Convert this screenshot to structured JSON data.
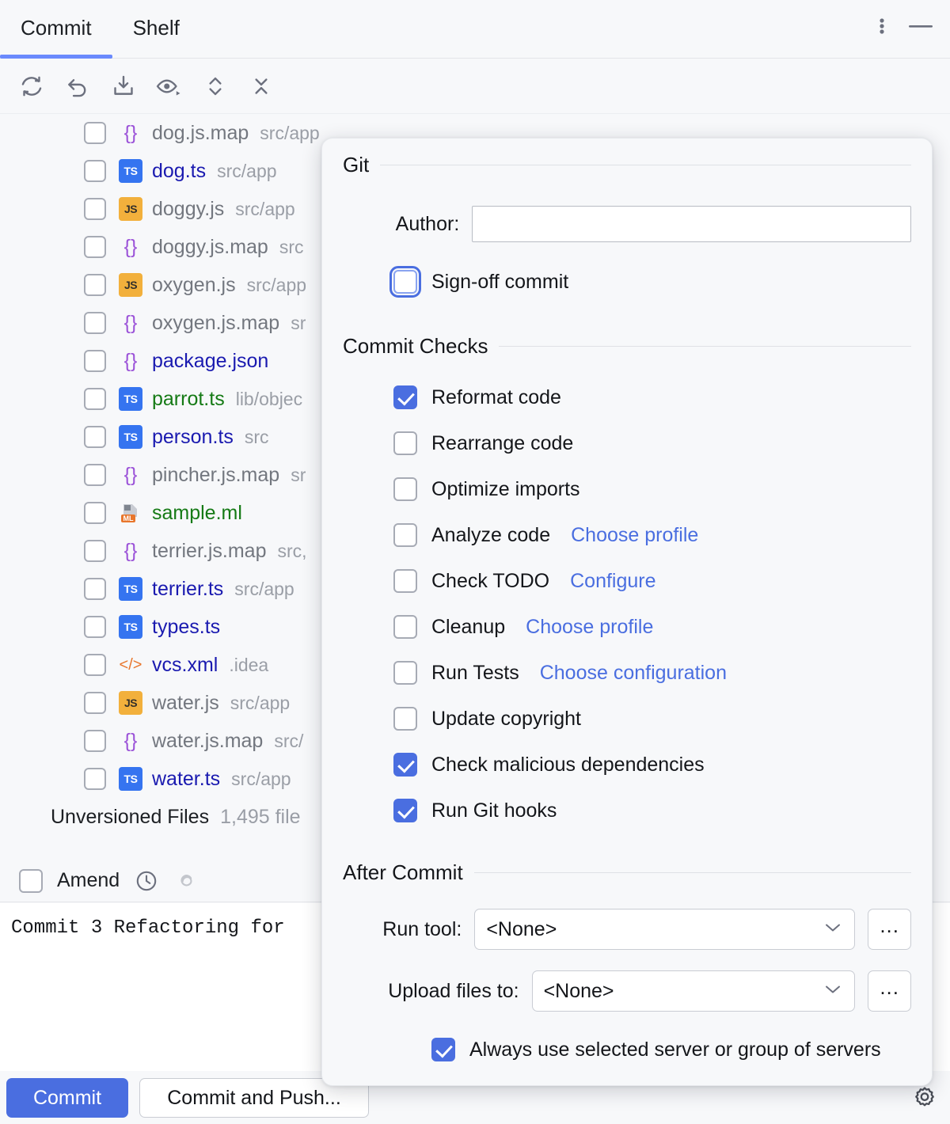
{
  "window": {
    "tabs": [
      {
        "label": "Commit",
        "active": true
      },
      {
        "label": "Shelf",
        "active": false
      }
    ],
    "controls": [
      {
        "name": "more-options-icon",
        "label": "⋮"
      },
      {
        "name": "minimize-icon",
        "label": "—"
      }
    ],
    "accent_color": "#4a6ee0",
    "tab_underline_color": "#6b8afd"
  },
  "toolbar": {
    "buttons": [
      {
        "name": "refresh-icon",
        "title": "Refresh"
      },
      {
        "name": "rollback-icon",
        "title": "Rollback"
      },
      {
        "name": "update-project-icon",
        "title": "Update Project"
      },
      {
        "name": "show-diff-preview-icon",
        "title": "Preview Diff"
      },
      {
        "name": "expand-collapse-icon",
        "title": "Expand / Collapse"
      },
      {
        "name": "collapse-all-icon",
        "title": "Collapse All"
      }
    ]
  },
  "file_list": {
    "rows": [
      {
        "name": "dog.js.map",
        "path": "src/app",
        "type": "map",
        "color": "gray",
        "checked": false
      },
      {
        "name": "dog.ts",
        "path": "src/app",
        "type": "ts",
        "color": "blue",
        "checked": false
      },
      {
        "name": "doggy.js",
        "path": "src/app",
        "type": "js",
        "color": "gray",
        "checked": false
      },
      {
        "name": "doggy.js.map",
        "path": "src",
        "type": "map",
        "color": "gray",
        "checked": false
      },
      {
        "name": "oxygen.js",
        "path": "src/app",
        "type": "js",
        "color": "gray",
        "checked": false
      },
      {
        "name": "oxygen.js.map",
        "path": "sr",
        "type": "map",
        "color": "gray",
        "checked": false
      },
      {
        "name": "package.json",
        "path": "",
        "type": "map",
        "color": "blue",
        "checked": false
      },
      {
        "name": "parrot.ts",
        "path": "lib/objec",
        "type": "ts",
        "color": "green",
        "checked": false
      },
      {
        "name": "person.ts",
        "path": "src",
        "type": "ts",
        "color": "blue",
        "checked": false
      },
      {
        "name": "pincher.js.map",
        "path": "sr",
        "type": "map",
        "color": "gray",
        "checked": false
      },
      {
        "name": "sample.ml",
        "path": "",
        "type": "ml",
        "color": "green",
        "checked": false
      },
      {
        "name": "terrier.js.map",
        "path": "src,",
        "type": "map",
        "color": "gray",
        "checked": false
      },
      {
        "name": "terrier.ts",
        "path": "src/app",
        "type": "ts",
        "color": "blue",
        "checked": false
      },
      {
        "name": "types.ts",
        "path": "",
        "type": "ts",
        "color": "blue",
        "checked": false
      },
      {
        "name": "vcs.xml",
        "path": ".idea",
        "type": "xml",
        "color": "blue",
        "checked": false
      },
      {
        "name": "water.js",
        "path": "src/app",
        "type": "js",
        "color": "gray",
        "checked": false
      },
      {
        "name": "water.js.map",
        "path": "src/",
        "type": "map",
        "color": "gray",
        "checked": false
      },
      {
        "name": "water.ts",
        "path": "src/app",
        "type": "ts",
        "color": "blue",
        "checked": false
      }
    ],
    "unversioned": {
      "label": "Unversioned Files",
      "count": "1,495 file"
    }
  },
  "amend": {
    "label": "Amend",
    "checked": false,
    "icons": [
      {
        "name": "commit-history-icon"
      },
      {
        "name": "ai-generate-message-icon"
      }
    ]
  },
  "commit_message": {
    "value": "Commit 3 Refactoring for "
  },
  "bottom_bar": {
    "commit_label": "Commit",
    "commit_and_push_label": "Commit and Push...",
    "settings_icon": "gear-icon"
  },
  "dialog": {
    "sections": {
      "git": {
        "title": "Git",
        "author_label": "Author:",
        "author_value": "",
        "author_placeholder": "",
        "signoff": {
          "label": "Sign-off commit",
          "checked": false,
          "focused": true
        }
      },
      "commit_checks": {
        "title": "Commit Checks",
        "items": [
          {
            "label": "Reformat code",
            "checked": true,
            "link": ""
          },
          {
            "label": "Rearrange code",
            "checked": false,
            "link": ""
          },
          {
            "label": "Optimize imports",
            "checked": false,
            "link": ""
          },
          {
            "label": "Analyze code",
            "checked": false,
            "link": "Choose profile"
          },
          {
            "label": "Check TODO",
            "checked": false,
            "link": "Configure"
          },
          {
            "label": "Cleanup",
            "checked": false,
            "link": "Choose profile"
          },
          {
            "label": "Run Tests",
            "checked": false,
            "link": "Choose configuration"
          },
          {
            "label": "Update copyright",
            "checked": false,
            "link": ""
          },
          {
            "label": "Check malicious dependencies",
            "checked": true,
            "link": ""
          },
          {
            "label": "Run Git hooks",
            "checked": true,
            "link": ""
          }
        ]
      },
      "after_commit": {
        "title": "After Commit",
        "run_tool": {
          "label": "Run tool:",
          "value": "<None>",
          "browse_label": "..."
        },
        "upload_files": {
          "label": "Upload files to:",
          "value": "<None>",
          "browse_label": "..."
        },
        "always_use_server": {
          "label": "Always use selected server or group of servers",
          "checked": true
        }
      }
    }
  }
}
